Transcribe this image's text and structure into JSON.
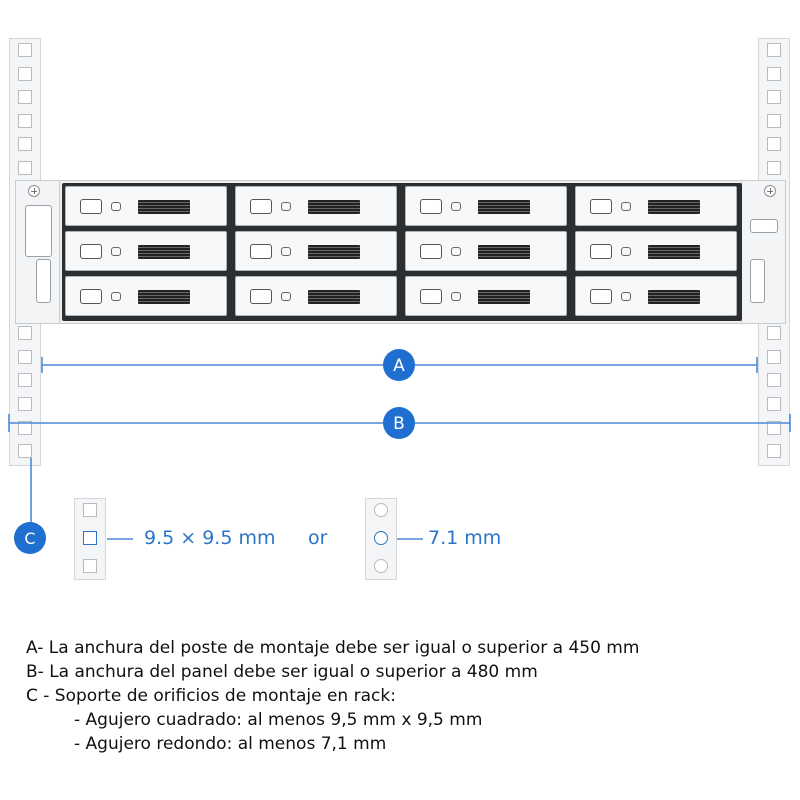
{
  "diagram": {
    "markers": {
      "A": "A",
      "B": "B",
      "C": "C"
    },
    "accent_color": "#1e6fd0",
    "square_hole_label": "9.5 × 9.5 mm",
    "or_label": "or",
    "round_hole_label": "7.1 mm",
    "drive_bays": {
      "rows": 3,
      "columns": 4
    }
  },
  "notes": {
    "a": "A- La anchura del poste de montaje debe ser igual o superior a 450 mm",
    "b": "B- La anchura del panel debe ser igual o superior a 480 mm",
    "c": "C - Soporte de orificios de montaje en rack:",
    "c1": "- Agujero cuadrado: al menos 9,5 mm x 9,5 mm",
    "c2": "- Agujero redondo: al menos 7,1 mm"
  }
}
